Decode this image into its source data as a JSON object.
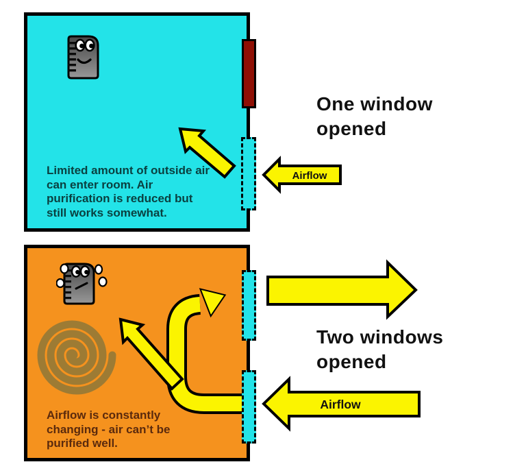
{
  "diagram_title": "",
  "colors": {
    "cyan": "#23E3E8",
    "orange": "#F5921E",
    "yellow": "#FBF400",
    "darkred": "#8F1005",
    "teal_text": "#0A4040",
    "brown_text": "#5B2A0D",
    "ink": "#111111",
    "spiral": "#8E7839",
    "bg": "#FFFFFF"
  },
  "rooms": [
    {
      "id": "one-window",
      "heading_lines": [
        "One window",
        "opened"
      ],
      "caption_lines": [
        "Limited amount of outside air",
        "can enter room. Air",
        "purification is reduced but",
        "still works somewhat."
      ],
      "airflow_label": "Airflow",
      "windows": [
        {
          "state": "closed"
        },
        {
          "state": "open"
        }
      ],
      "icons": [
        "air-purifier-happy-icon",
        "inflow-diagonal-arrow-icon",
        "airflow-left-arrow-icon",
        "closed-window-icon",
        "open-window-icon"
      ]
    },
    {
      "id": "two-windows",
      "heading_lines": [
        "Two windows",
        "opened"
      ],
      "caption_lines": [
        "Airflow is constantly",
        "changing - air can’t be",
        "purified well."
      ],
      "airflow_label": "Airflow",
      "windows": [
        {
          "state": "open"
        },
        {
          "state": "open"
        }
      ],
      "icons": [
        "air-purifier-worried-icon",
        "swirl-icon",
        "u-turn-arrow-icon",
        "inflow-diagonal-arrow-icon",
        "exhaust-right-arrow-icon",
        "airflow-left-arrow-icon",
        "open-window-icon",
        "open-window-icon"
      ]
    }
  ]
}
